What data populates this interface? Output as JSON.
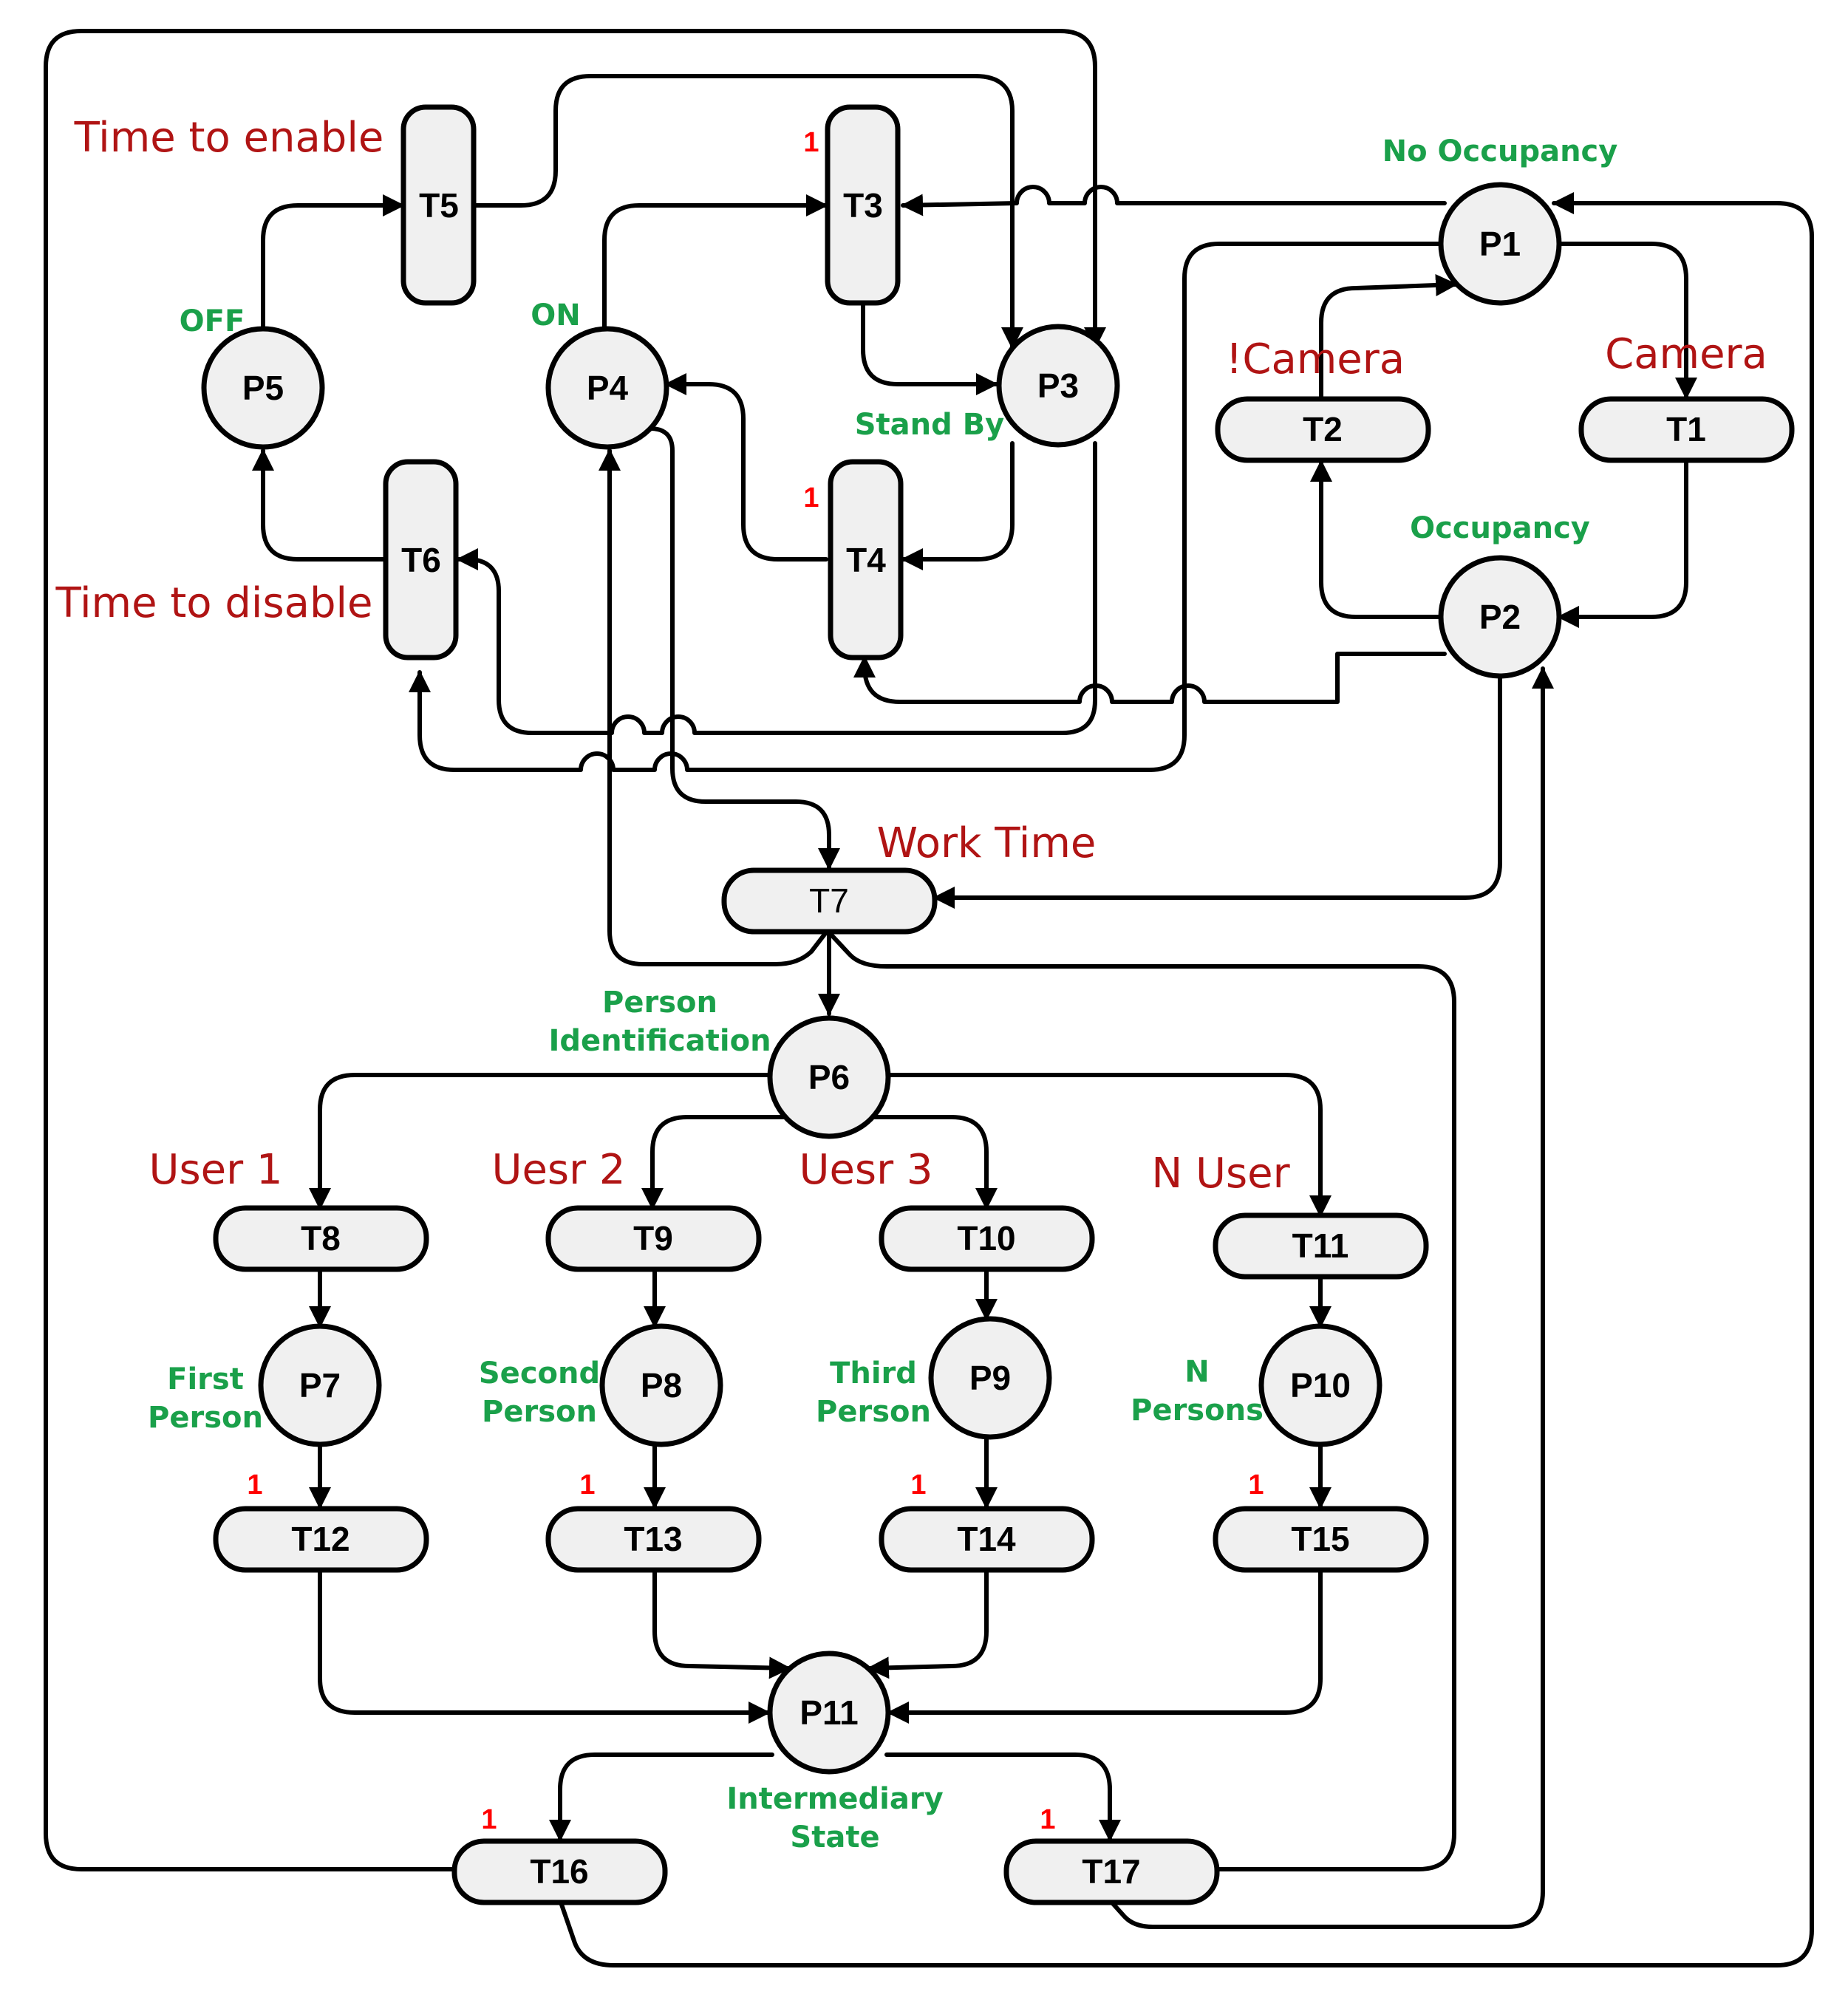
{
  "colors": {
    "state_label": "#1aa04a",
    "transition_label": "#b01414",
    "weight": "#ff0000",
    "node_fill": "#f0f0f0",
    "stroke": "#000000"
  },
  "places": {
    "P1": "P1",
    "P2": "P2",
    "P3": "P3",
    "P4": "P4",
    "P5": "P5",
    "P6": "P6",
    "P7": "P7",
    "P8": "P8",
    "P9": "P9",
    "P10": "P10",
    "P11": "P11"
  },
  "transitions": {
    "T1": "T1",
    "T2": "T2",
    "T3": "T3",
    "T4": "T4",
    "T5": "T5",
    "T6": "T6",
    "T7": "T7",
    "T8": "T8",
    "T9": "T9",
    "T10": "T10",
    "T11": "T11",
    "T12": "T12",
    "T13": "T13",
    "T14": "T14",
    "T15": "T15",
    "T16": "T16",
    "T17": "T17"
  },
  "state_labels": {
    "no_occupancy": "No Occupancy",
    "occupancy": "Occupancy",
    "stand_by": "Stand By",
    "on": "ON",
    "off": "OFF",
    "person_identification_1": "Person",
    "person_identification_2": "Identification",
    "first_person_1": "First",
    "first_person_2": "Person",
    "second_person_1": "Second",
    "second_person_2": "Person",
    "third_person_1": "Third",
    "third_person_2": "Person",
    "n_persons_1": "N",
    "n_persons_2": "Persons",
    "intermediary_1": "Intermediary",
    "intermediary_2": "State"
  },
  "transition_labels": {
    "time_to_enable": "Time to enable",
    "time_to_disable": "Time to disable",
    "not_camera": "!Camera",
    "camera": "Camera",
    "work_time": "Work Time",
    "user1": "User 1",
    "user2": "Uesr 2",
    "user3": "Uesr 3",
    "n_user": "N User"
  },
  "weights": {
    "t3": "1",
    "t4": "1",
    "t12": "1",
    "t13": "1",
    "t14": "1",
    "t15": "1",
    "t16": "1",
    "t17": "1"
  }
}
